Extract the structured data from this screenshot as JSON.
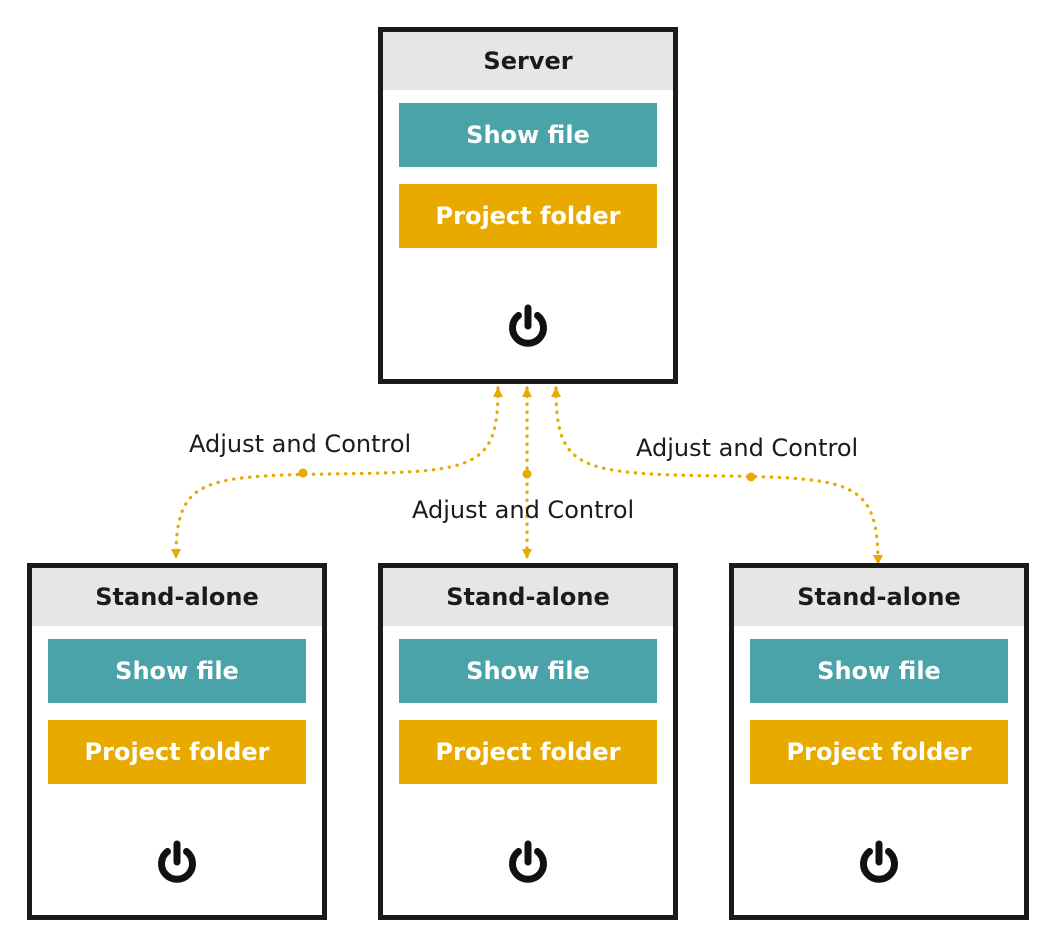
{
  "colors": {
    "border": "#1b1b1b",
    "header_bg": "#e6e6e6",
    "show_file": "#4aa3a8",
    "project_folder": "#e9aa00",
    "connector": "#e9aa00"
  },
  "server": {
    "title": "Server",
    "show_file_label": "Show file",
    "project_folder_label": "Project folder",
    "icon": "power-icon"
  },
  "clients": [
    {
      "title": "Stand-alone",
      "show_file_label": "Show file",
      "project_folder_label": "Project folder",
      "icon": "power-icon"
    },
    {
      "title": "Stand-alone",
      "show_file_label": "Show file",
      "project_folder_label": "Project folder",
      "icon": "power-icon"
    },
    {
      "title": "Stand-alone",
      "show_file_label": "Show file",
      "project_folder_label": "Project folder",
      "icon": "power-icon"
    }
  ],
  "edges": [
    {
      "from": "server",
      "to": "clients.0",
      "label": "Adjust and Control",
      "style": "dotted",
      "arrows": "both"
    },
    {
      "from": "server",
      "to": "clients.1",
      "label": "Adjust and Control",
      "style": "dotted",
      "arrows": "both"
    },
    {
      "from": "server",
      "to": "clients.2",
      "label": "Adjust and Control",
      "style": "dotted",
      "arrows": "both"
    }
  ]
}
